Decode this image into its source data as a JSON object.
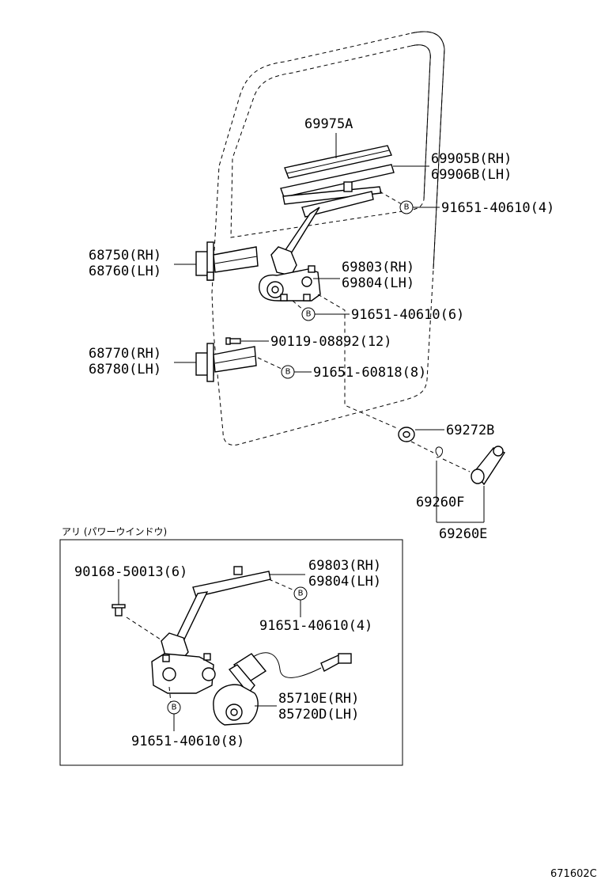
{
  "callouts": {
    "glass_channel": "69975A",
    "run_rh": "69905B(RH)",
    "run_lh": "69906B(LH)",
    "bolt_top": "91651-40610(4)",
    "upper_hinge_rh": "68750(RH)",
    "upper_hinge_lh": "68760(LH)",
    "regulator_rh": "69803(RH)",
    "regulator_lh": "69804(LH)",
    "bolt_reg": "91651-40610(6)",
    "lower_hinge_rh": "68770(RH)",
    "lower_hinge_lh": "68780(LH)",
    "screw_hinge": "90119-08892(12)",
    "bolt_hinge": "91651-60818(8)",
    "handle_washer": "69272B",
    "handle_clip": "69260F",
    "handle_assy": "69260E",
    "bolt_marker": "B"
  },
  "inset": {
    "title": "アリ (パワーウインドウ)",
    "screw": "90168-50013(6)",
    "regulator_rh": "69803(RH)",
    "regulator_lh": "69804(LH)",
    "bolt_top": "91651-40610(4)",
    "motor_rh": "85710E(RH)",
    "motor_lh": "85720D(LH)",
    "bolt_bottom": "91651-40610(8)"
  },
  "figure_code": "671602C"
}
